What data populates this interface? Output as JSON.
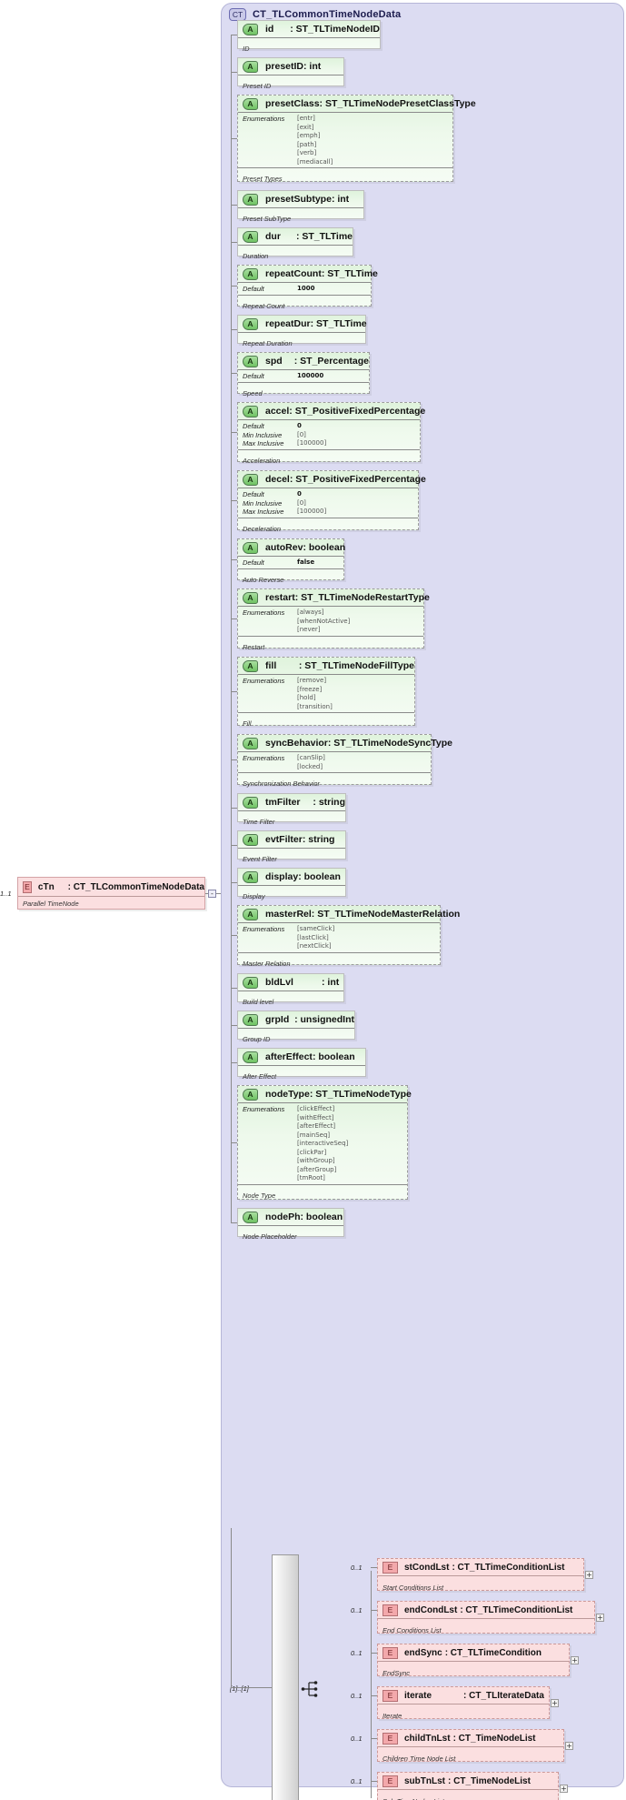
{
  "diagram": {
    "complex_type": {
      "badge": "CT",
      "title": "CT_TLCommonTimeNodeData"
    },
    "root_element": {
      "badge": "E",
      "name": "cTn",
      "colon_type": ": CT_TLCommonTimeNodeData",
      "doc": "Parallel TimeNode",
      "cardinality": "1..1"
    },
    "sequence_cardinality": "[1]..[1]",
    "labels": {
      "enumerations": "Enumerations",
      "default": "Default",
      "min_inclusive": "Min Inclusive",
      "max_inclusive": "Max Inclusive"
    },
    "attributes": [
      {
        "badge": "A",
        "name": "id",
        "colon_type": ": ST_TLTimeNodeID",
        "doc": "ID",
        "facets": []
      },
      {
        "badge": "A",
        "name": "presetID",
        "colon_type": ": int",
        "doc": "Preset ID",
        "facets": []
      },
      {
        "badge": "A",
        "name": "presetClass",
        "colon_type": ": ST_TLTimeNodePresetClassType",
        "doc": "Preset Types",
        "facets": [
          {
            "label": "Enumerations",
            "values": [
              "[entr]",
              "[exit]",
              "[emph]",
              "[path]",
              "[verb]",
              "[mediacall]"
            ]
          }
        ]
      },
      {
        "badge": "A",
        "name": "presetSubtype",
        "colon_type": ": int",
        "doc": "Preset SubType",
        "facets": []
      },
      {
        "badge": "A",
        "name": "dur",
        "colon_type": ": ST_TLTime",
        "doc": "Duration",
        "facets": []
      },
      {
        "badge": "A",
        "name": "repeatCount",
        "colon_type": ": ST_TLTime",
        "doc": "Repeat Count",
        "facets": [
          {
            "label": "Default",
            "values": [
              "1000"
            ]
          }
        ]
      },
      {
        "badge": "A",
        "name": "repeatDur",
        "colon_type": ": ST_TLTime",
        "doc": "Repeat Duration",
        "facets": []
      },
      {
        "badge": "A",
        "name": "spd",
        "colon_type": ": ST_Percentage",
        "doc": "Speed",
        "facets": [
          {
            "label": "Default",
            "values": [
              "100000"
            ]
          }
        ]
      },
      {
        "badge": "A",
        "name": "accel",
        "colon_type": ": ST_PositiveFixedPercentage",
        "doc": "Acceleration",
        "facets": [
          {
            "label": "Default",
            "values": [
              "0"
            ]
          },
          {
            "label": "Min Inclusive",
            "values": [
              "[0]"
            ]
          },
          {
            "label": "Max Inclusive",
            "values": [
              "[100000]"
            ]
          }
        ]
      },
      {
        "badge": "A",
        "name": "decel",
        "colon_type": ": ST_PositiveFixedPercentage",
        "doc": "Deceleration",
        "facets": [
          {
            "label": "Default",
            "values": [
              "0"
            ]
          },
          {
            "label": "Min Inclusive",
            "values": [
              "[0]"
            ]
          },
          {
            "label": "Max Inclusive",
            "values": [
              "[100000]"
            ]
          }
        ]
      },
      {
        "badge": "A",
        "name": "autoRev",
        "colon_type": ": boolean",
        "doc": "Auto Reverse",
        "facets": [
          {
            "label": "Default",
            "values": [
              "false"
            ]
          }
        ]
      },
      {
        "badge": "A",
        "name": "restart",
        "colon_type": ": ST_TLTimeNodeRestartType",
        "doc": "Restart",
        "facets": [
          {
            "label": "Enumerations",
            "values": [
              "[always]",
              "[whenNotActive]",
              "[never]"
            ]
          }
        ]
      },
      {
        "badge": "A",
        "name": "fill",
        "colon_type": ": ST_TLTimeNodeFillType",
        "doc": "Fill",
        "facets": [
          {
            "label": "Enumerations",
            "values": [
              "[remove]",
              "[freeze]",
              "[hold]",
              "[transition]"
            ]
          }
        ]
      },
      {
        "badge": "A",
        "name": "syncBehavior",
        "colon_type": ": ST_TLTimeNodeSyncType",
        "doc": "Synchronization Behavior",
        "facets": [
          {
            "label": "Enumerations",
            "values": [
              "[canSlip]",
              "[locked]"
            ]
          }
        ]
      },
      {
        "badge": "A",
        "name": "tmFilter",
        "colon_type": ": string",
        "doc": "Time Filter",
        "facets": []
      },
      {
        "badge": "A",
        "name": "evtFilter",
        "colon_type": ": string",
        "doc": "Event Filter",
        "facets": []
      },
      {
        "badge": "A",
        "name": "display",
        "colon_type": ": boolean",
        "doc": "Display",
        "facets": []
      },
      {
        "badge": "A",
        "name": "masterRel",
        "colon_type": ": ST_TLTimeNodeMasterRelation",
        "doc": "Master Relation",
        "facets": [
          {
            "label": "Enumerations",
            "values": [
              "[sameClick]",
              "[lastClick]",
              "[nextClick]"
            ]
          }
        ]
      },
      {
        "badge": "A",
        "name": "bldLvl",
        "colon_type": ": int",
        "doc": "Build level",
        "facets": []
      },
      {
        "badge": "A",
        "name": "grpId",
        "colon_type": ": unsignedInt",
        "doc": "Group ID",
        "facets": []
      },
      {
        "badge": "A",
        "name": "afterEffect",
        "colon_type": ": boolean",
        "doc": "After Effect",
        "facets": []
      },
      {
        "badge": "A",
        "name": "nodeType",
        "colon_type": ": ST_TLTimeNodeType",
        "doc": "Node Type",
        "facets": [
          {
            "label": "Enumerations",
            "values": [
              "[clickEffect]",
              "[withEffect]",
              "[afterEffect]",
              "[mainSeq]",
              "[interactiveSeq]",
              "[clickPar]",
              "[withGroup]",
              "[afterGroup]",
              "[tmRoot]"
            ]
          }
        ]
      },
      {
        "badge": "A",
        "name": "nodePh",
        "colon_type": ": boolean",
        "doc": "Node Placeholder",
        "facets": []
      }
    ],
    "elements": [
      {
        "badge": "E",
        "name": "stCondLst",
        "colon_type": ": CT_TLTimeConditionList",
        "doc": "Start Conditions List",
        "cardinality": "0..1",
        "expand": "+"
      },
      {
        "badge": "E",
        "name": "endCondLst",
        "colon_type": ": CT_TLTimeConditionList",
        "doc": "End Conditions List",
        "cardinality": "0..1",
        "expand": "+"
      },
      {
        "badge": "E",
        "name": "endSync",
        "colon_type": ": CT_TLTimeCondition",
        "doc": "EndSync",
        "cardinality": "0..1",
        "expand": "+"
      },
      {
        "badge": "E",
        "name": "iterate",
        "colon_type": ": CT_TLIterateData",
        "doc": "Iterate",
        "cardinality": "0..1",
        "expand": "+"
      },
      {
        "badge": "E",
        "name": "childTnLst",
        "colon_type": ": CT_TimeNodeList",
        "doc": "Children Time Node List",
        "cardinality": "0..1",
        "expand": "+"
      },
      {
        "badge": "E",
        "name": "subTnLst",
        "colon_type": ": CT_TimeNodeList",
        "doc": "Sub-TimeNodes List",
        "cardinality": "0..1",
        "expand": "+"
      }
    ],
    "toggle": "-"
  }
}
